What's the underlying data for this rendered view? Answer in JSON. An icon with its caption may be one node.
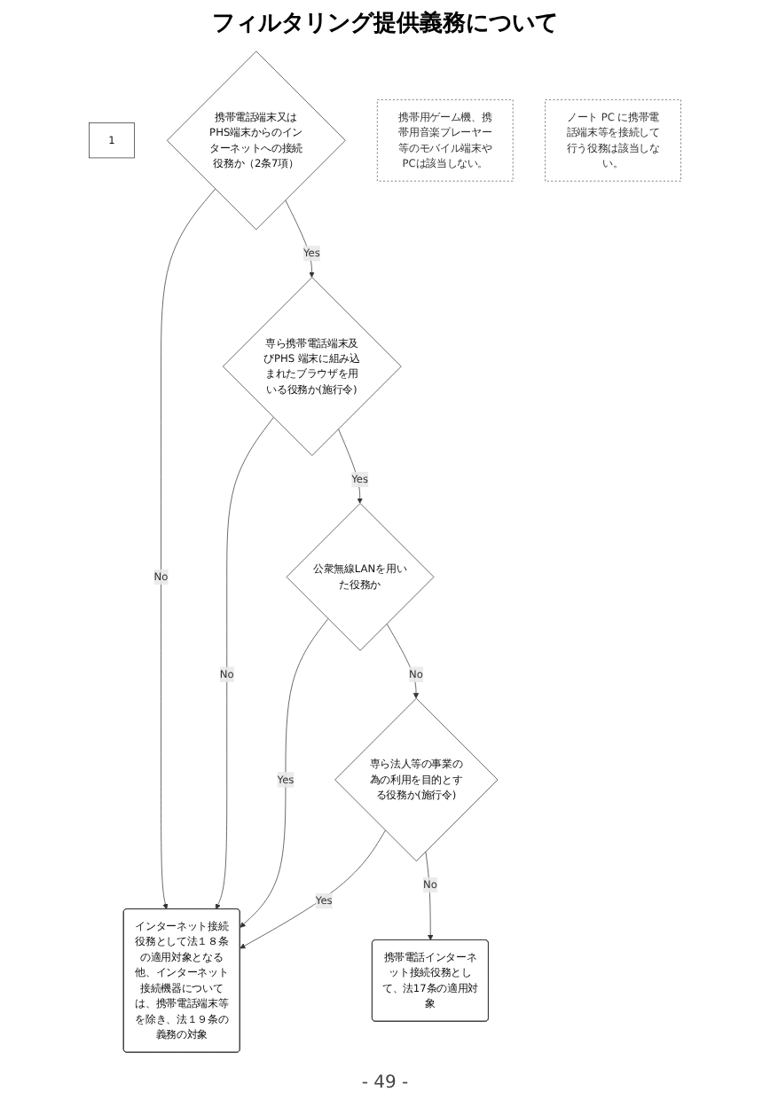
{
  "diagram": {
    "title": "フィルタリング提供義務について",
    "nodes": [
      {
        "text": [
          "1"
        ]
      },
      {
        "text": [
          "携帯電話端末又はPHS端末からのインターネットへの接続役務か（2条7項）"
        ]
      },
      {
        "text": [
          "携帯用ゲーム機、携帯用音楽プレーヤー等のモバイル端末やPCは該当しない。"
        ]
      },
      {
        "text": [
          "専ら携帯電話端末及びPHS 端末に組み込まれたブラウザを用いる役務か(施行令)"
        ]
      },
      {
        "text": [
          "ノート PC に携帯電話端末等を接続して行う役務は該当しない。"
        ]
      },
      {
        "text": [
          "公衆無線LANを用いた役務か"
        ]
      },
      {
        "text": [
          "専ら法人等の事業の為の利用を目的とする役務か(施行令)"
        ]
      },
      {
        "text": [
          "インターネット接続役務として法１８条の適用対象となる他、インターネット接続機器については、携帯電話端末等を除き、法１９条の義務の対象"
        ]
      },
      {
        "text": [
          "携帯電話インターネット接続役務として、法17条の適用対象"
        ]
      }
    ],
    "edges": [
      {
        "from": 1,
        "to": 7,
        "arrow": "to",
        "label": "No"
      },
      {
        "from": 1,
        "to": 3,
        "arrow": "to",
        "label": "Yes"
      },
      {
        "from": 3,
        "to": 7,
        "arrow": "to",
        "label": "No"
      },
      {
        "from": 3,
        "to": 5,
        "arrow": "to",
        "label": "Yes"
      },
      {
        "from": 5,
        "to": 7,
        "arrow": "to",
        "label": "Yes"
      },
      {
        "from": 5,
        "to": 6,
        "arrow": "to",
        "label": "No"
      },
      {
        "from": 6,
        "to": 7,
        "arrow": "to",
        "label": "Yes"
      },
      {
        "from": 6,
        "to": 8,
        "arrow": "to",
        "label": "No"
      }
    ],
    "labels": [
      "- 49 -"
    ]
  }
}
